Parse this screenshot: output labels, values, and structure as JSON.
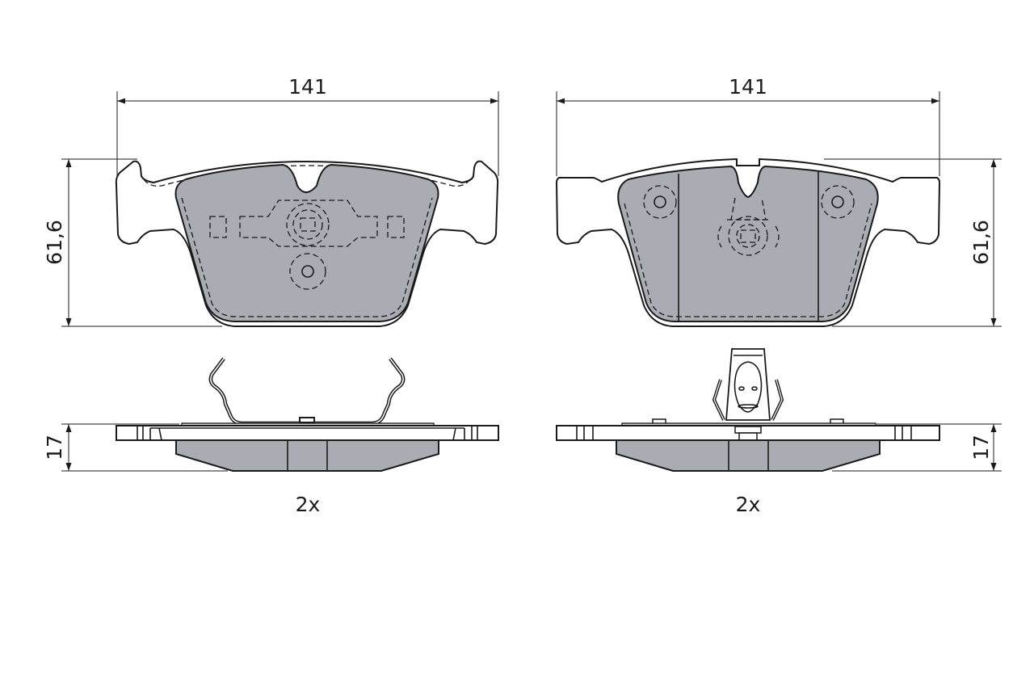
{
  "drawing": {
    "title": "Brake pad set technical drawing",
    "colors": {
      "pad_material": "#a9adb3",
      "line": "#1a1a1a",
      "background": "#ffffff"
    },
    "left_pad": {
      "width_dimension": "141",
      "height_dimension": "61,6",
      "thickness_dimension": "17",
      "quantity": "2x",
      "clip_type": "wire spring clip"
    },
    "right_pad": {
      "width_dimension": "141",
      "height_dimension": "61,6",
      "thickness_dimension": "17",
      "quantity": "2x",
      "clip_type": "center spring clip"
    }
  }
}
